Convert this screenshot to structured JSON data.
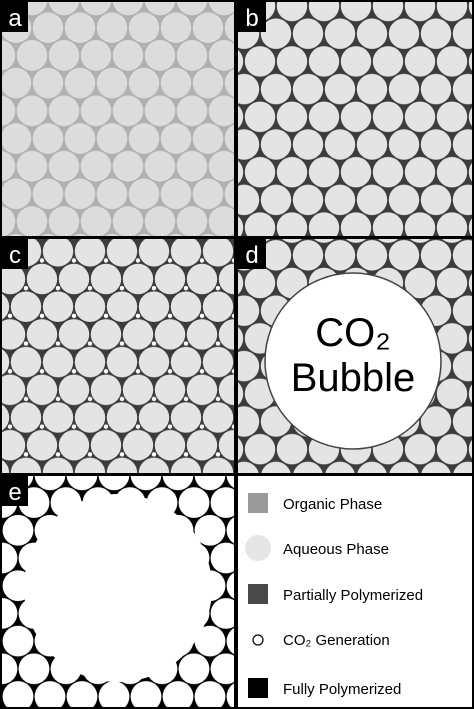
{
  "panels": [
    {
      "label": "a"
    },
    {
      "label": "b"
    },
    {
      "label": "c"
    },
    {
      "label": "d"
    },
    {
      "label": "e"
    }
  ],
  "bubble_text": {
    "line1": "CO₂",
    "line2": "Bubble"
  },
  "legend": [
    {
      "name": "organic-phase",
      "label": "Organic Phase",
      "swatch": "square",
      "color": "#9a9a9a"
    },
    {
      "name": "aqueous-phase",
      "label": "Aqueous Phase",
      "swatch": "circle",
      "color": "#e6e6e6"
    },
    {
      "name": "partially-polymerized",
      "label": "Partially Polymerized",
      "swatch": "square",
      "color": "#4a4a4a"
    },
    {
      "name": "co2-generation",
      "label": "CO₂ Generation",
      "swatch": "small-circle",
      "color": "#ffffff"
    },
    {
      "name": "fully-polymerized",
      "label": "Fully Polymerized",
      "swatch": "square",
      "color": "#000000"
    }
  ],
  "colors": {
    "organic": "#a8a8a8",
    "droplet": "#e2e2e2",
    "partial": "#444444",
    "full": "#000000",
    "border": "#000000"
  }
}
